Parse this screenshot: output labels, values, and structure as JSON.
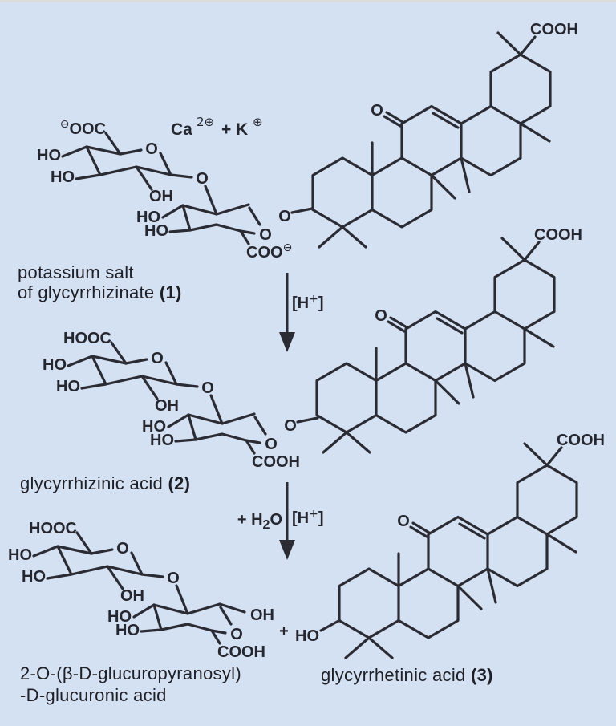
{
  "colors": {
    "background": "#d4e1f3",
    "ink": "#2b2b33",
    "top_rule": "#dcdcdc"
  },
  "ions": {
    "ca": "Ca",
    "ca_charge": "2⊕",
    "plus": "+",
    "k": "K",
    "k_charge": "⊕"
  },
  "arrows": {
    "arrow1": {
      "h_open": "[H",
      "h_sup": "+",
      "h_close": "]"
    },
    "arrow2": {
      "water_prefix": "+ H",
      "water_sub": "2",
      "water_suffix": "O",
      "h_open": "[H",
      "h_sup": "+",
      "h_close": "]"
    }
  },
  "sugar1": {
    "carboxyl_top_charge": "⊖",
    "carboxyl_top": "OOC",
    "ho_a": "HO",
    "ho_b": "HO",
    "oh_c": "OH",
    "ring_o1": "O",
    "link_o": "O",
    "ho_d": "HO",
    "ho_e": "HO",
    "ring_o2": "O",
    "carboxyl_bottom": "COO",
    "carboxyl_bottom_charge": "⊖",
    "glyco_o": "O"
  },
  "sugar2": {
    "carboxyl_top": "HOOC",
    "ho_a": "HO",
    "ho_b": "HO",
    "oh_c": "OH",
    "ring_o1": "O",
    "link_o": "O",
    "ho_d": "HO",
    "ho_e": "HO",
    "ring_o2": "O",
    "carboxyl_bottom": "COOH",
    "glyco_o": "O"
  },
  "sugar3": {
    "carboxyl_top": "HOOC",
    "ho_a": "HO",
    "ho_b": "HO",
    "oh_c": "OH",
    "ring_o1": "O",
    "link_o": "O",
    "ho_d": "HO",
    "ho_e": "HO",
    "ring_o2": "O",
    "carboxyl_bottom": "COOH",
    "right_oh": "OH"
  },
  "triterpene1": {
    "ketone_o": "O",
    "cooh": "COOH"
  },
  "triterpene2": {
    "ketone_o": "O",
    "cooh": "COOH"
  },
  "triterpene3": {
    "ketone_o": "O",
    "cooh": "COOH",
    "ho": "HO",
    "plus": "+"
  },
  "captions": {
    "c1_line1": "potassium salt",
    "c1_line2": "of glycyrrhizinate ",
    "c1_num": "(1)",
    "c2": "glycyrrhizinic acid ",
    "c2_num": "(2)",
    "c3_line1": "2-O-(β-D-glucuropyranosyl)",
    "c3_line2": "-D-glucuronic acid",
    "c4": "glycyrrhetinic acid ",
    "c4_num": "(3)"
  }
}
